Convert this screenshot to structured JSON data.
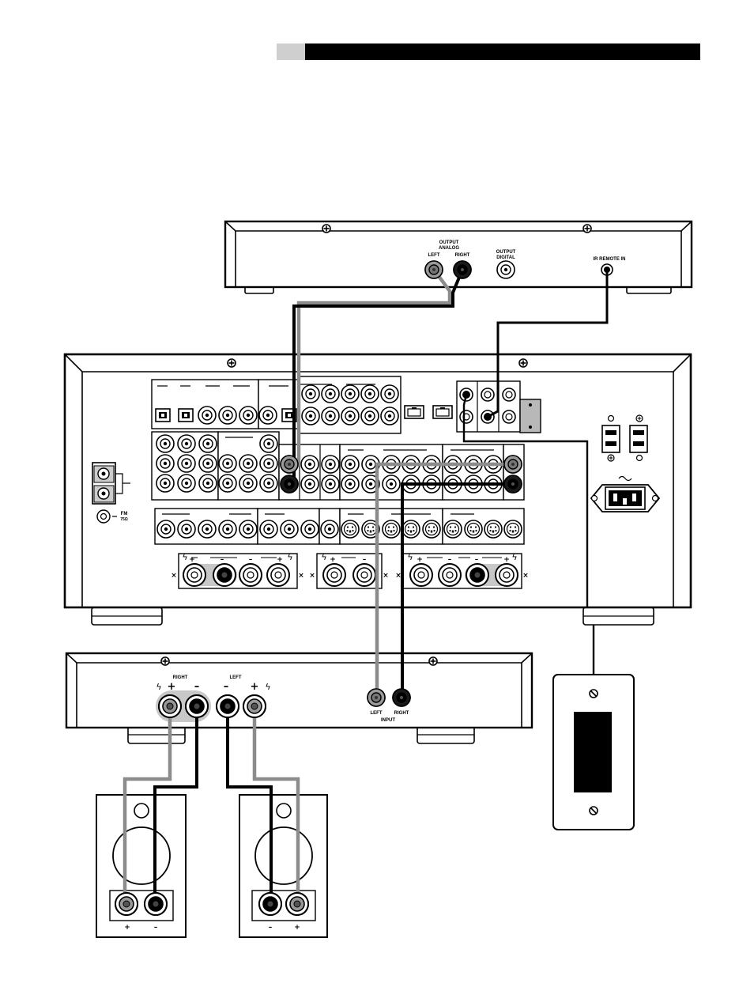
{
  "source": {
    "output_analog": "OUTPUT\nANALOG",
    "left": "LEFT",
    "right": "RIGHT",
    "output_digital": "OUTPUT\nDIGITAL",
    "ir_remote_in": "IR REMOTE IN"
  },
  "receiver": {
    "fm": "FM",
    "fm_ohm": "75Ω"
  },
  "amplifier": {
    "right": "RIGHT",
    "left": "LEFT",
    "plus": "+",
    "minus": "–",
    "input_left": "LEFT",
    "input_right": "RIGHT",
    "input": "INPUT"
  },
  "speakers": {
    "left_plus": "+",
    "left_minus": "–",
    "right_minus": "–",
    "right_plus": "+"
  },
  "colors": {
    "line": "#000000",
    "cable_dark": "#000000",
    "cable_gray": "#8c8c8c",
    "fill_gray": "#c8c8c8"
  }
}
